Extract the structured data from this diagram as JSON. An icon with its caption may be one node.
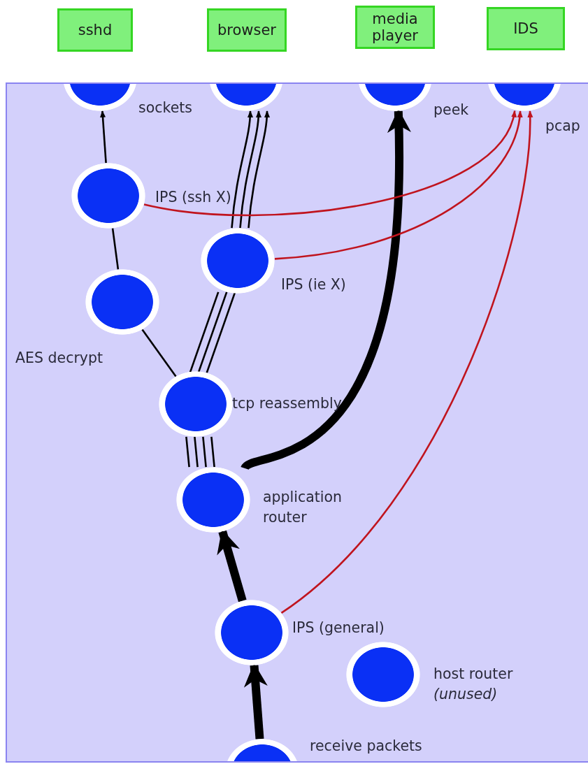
{
  "diagram": {
    "nodes": [
      {
        "text": [],
        "shape": "box"
      },
      {
        "text": [
          "sshd"
        ]
      },
      {
        "text": [
          "browser"
        ]
      },
      {
        "text": [
          "media player"
        ]
      },
      {
        "text": [
          "IDS"
        ]
      },
      {
        "text": [],
        "shape": "circle",
        "in": 0,
        "beside": [
          "sockets"
        ]
      },
      {
        "text": [],
        "shape": "circle",
        "in": 0
      },
      {
        "text": [],
        "shape": "circle",
        "in": 0,
        "beside": [
          "peek"
        ]
      },
      {
        "text": [],
        "shape": "circle",
        "in": 0,
        "beside": [
          "pcap"
        ]
      },
      {
        "text": [],
        "shape": "circle",
        "in": 0,
        "beside": [
          "IPS (ssh X)"
        ]
      },
      {
        "text": [],
        "shape": "circle",
        "in": 0,
        "beside": [
          "IPS (ie X)"
        ]
      },
      {
        "text": [],
        "shape": "circle",
        "in": 0,
        "beside": [
          "AES decrypt"
        ]
      },
      {
        "text": [],
        "shape": "circle",
        "in": 0,
        "beside": [
          "tcp reassembly"
        ]
      },
      {
        "text": [],
        "shape": "circle",
        "in": 0,
        "beside": [
          "application router"
        ]
      },
      {
        "text": [],
        "shape": "circle",
        "in": 0,
        "beside": [
          "IPS (general)"
        ]
      },
      {
        "text": [],
        "shape": "circle",
        "in": 0,
        "beside": [
          "host router *(unused)*"
        ]
      },
      {
        "text": [],
        "shape": "circle",
        "in": 0,
        "beside": [
          "receive packets"
        ]
      }
    ],
    "edges": [
      {
        "from": 9,
        "to": 5,
        "arrow": "to"
      },
      {
        "from": 11,
        "to": 9,
        "arrow": "none"
      },
      {
        "from": 12,
        "to": 11,
        "arrow": "none"
      },
      {
        "from": 10,
        "to": 6,
        "arrow": "to"
      },
      {
        "from": 10,
        "to": 6,
        "arrow": "to"
      },
      {
        "from": 10,
        "to": 6,
        "arrow": "to"
      },
      {
        "from": 12,
        "to": 10,
        "arrow": "none"
      },
      {
        "from": 12,
        "to": 10,
        "arrow": "none"
      },
      {
        "from": 12,
        "to": 10,
        "arrow": "none"
      },
      {
        "from": 13,
        "to": 12,
        "arrow": "none"
      },
      {
        "from": 13,
        "to": 12,
        "arrow": "none"
      },
      {
        "from": 13,
        "to": 12,
        "arrow": "none"
      },
      {
        "from": 13,
        "to": 12,
        "arrow": "none"
      },
      {
        "from": 13,
        "to": 7,
        "arrow": "to",
        "style": "thick"
      },
      {
        "from": 14,
        "to": 13,
        "arrow": "to",
        "style": "thick"
      },
      {
        "from": 16,
        "to": 14,
        "arrow": "to",
        "style": "thick"
      },
      {
        "from": 9,
        "to": 8,
        "arrow": "to",
        "color": "#c0141e"
      },
      {
        "from": 10,
        "to": 8,
        "arrow": "to",
        "color": "#c0141e"
      },
      {
        "from": 14,
        "to": 8,
        "arrow": "to",
        "color": "#c0141e"
      }
    ]
  }
}
